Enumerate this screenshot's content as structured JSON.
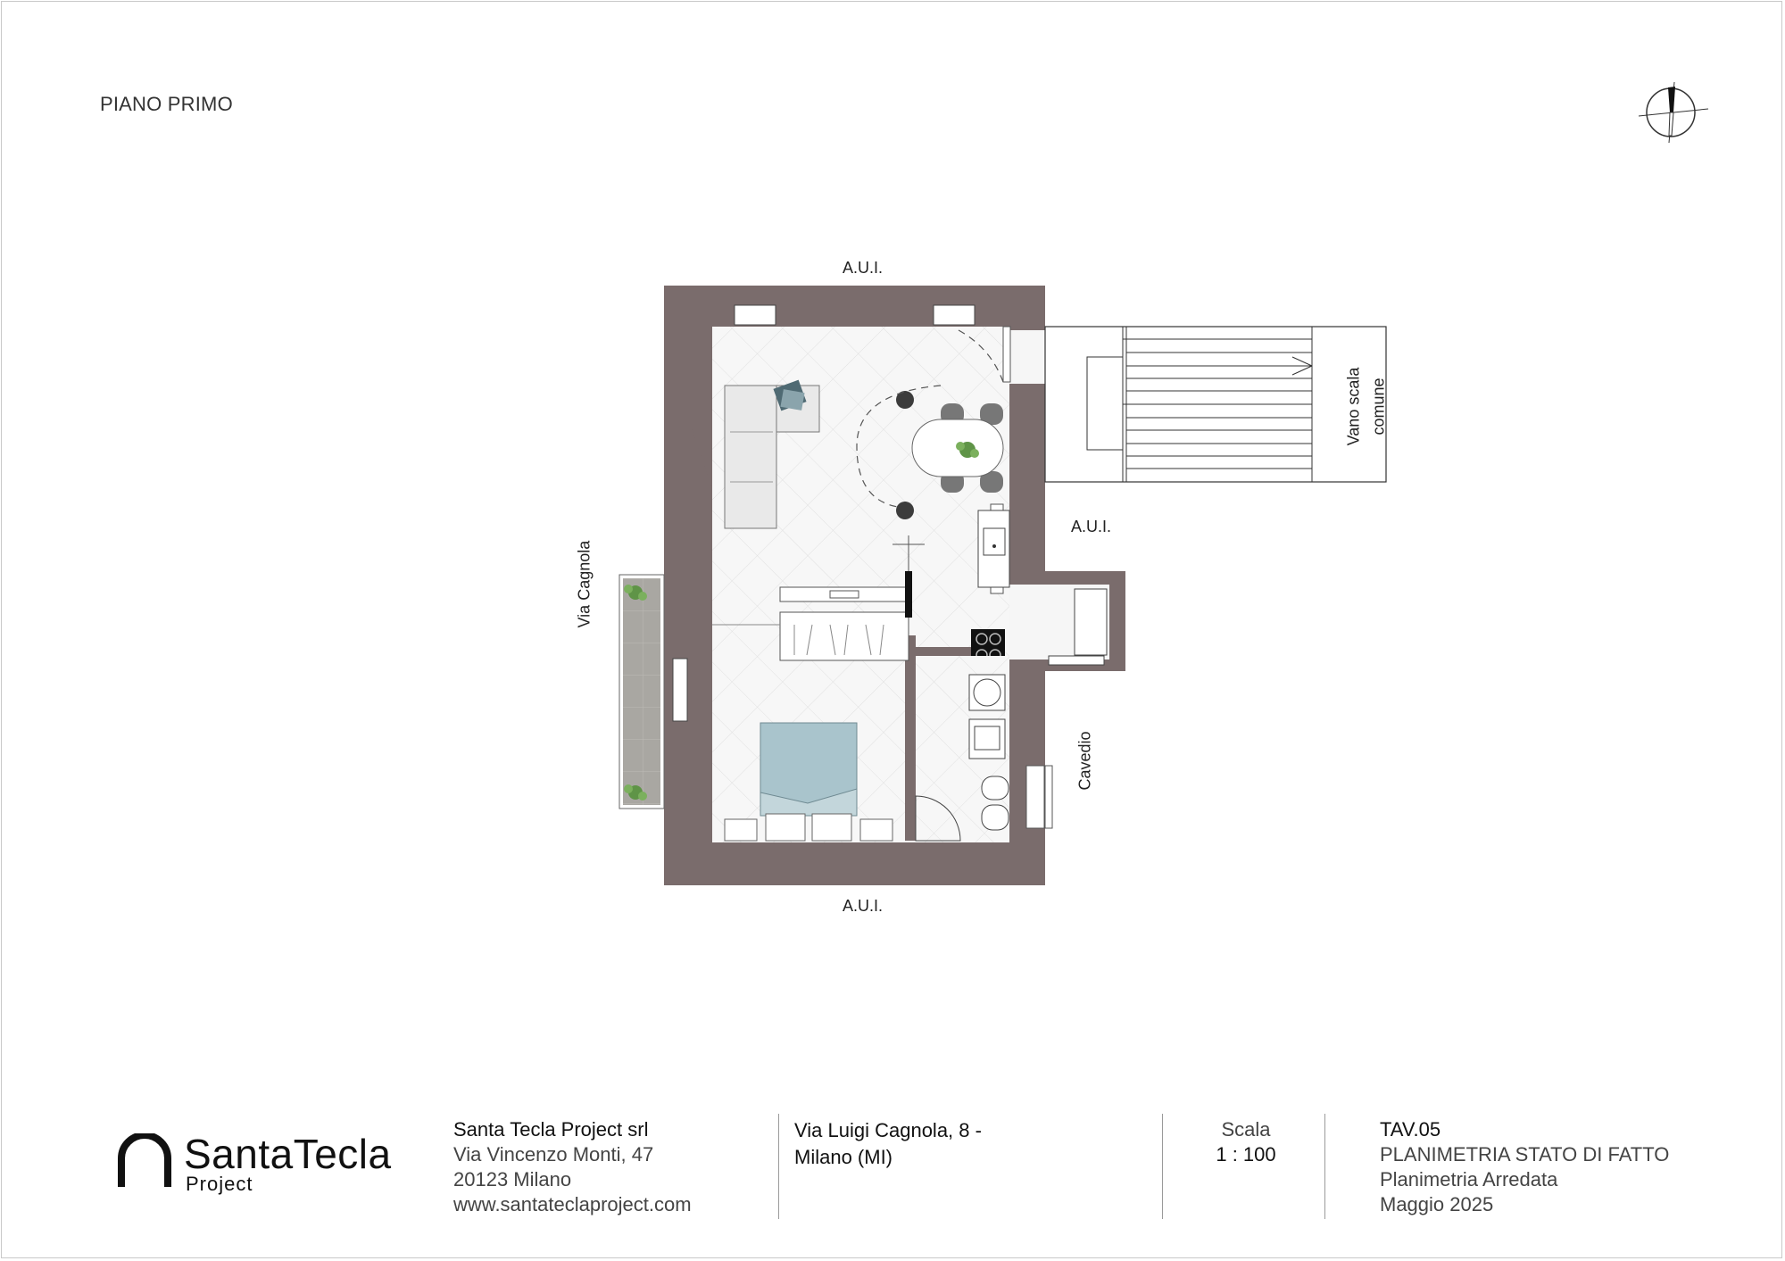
{
  "sheet": {
    "floor_label": "PIANO PRIMO"
  },
  "plan_labels": {
    "aui_top": "A.U.I.",
    "aui_right": "A.U.I.",
    "aui_bottom": "A.U.I.",
    "street": "Via Cagnola",
    "stair_line1": "Vano scala",
    "stair_line2": "comune",
    "shaft": "Cavedio"
  },
  "colors": {
    "wall": "#7a6c6c",
    "floor": "#f6f6f6",
    "bed": "#a9c4cc",
    "sofa": "#e9e9e9",
    "balcony": "#aaa8a3",
    "plant": "#5f9447"
  },
  "titleblock": {
    "company": {
      "logo_name": "SantaTecla",
      "logo_sub": "Project",
      "name": "Santa Tecla Project srl",
      "street": "Via Vincenzo Monti, 47",
      "city": "20123 Milano",
      "website": "www.santateclaproject.com"
    },
    "project": {
      "address_line1": "Via Luigi Cagnola, 8 -",
      "address_line2": "Milano (MI)"
    },
    "scale": {
      "label": "Scala",
      "value": "1 : 100"
    },
    "drawing": {
      "code": "TAV.05",
      "title": "PLANIMETRIA STATO DI FATTO",
      "subtitle": "Planimetria Arredata",
      "date": "Maggio 2025"
    }
  }
}
